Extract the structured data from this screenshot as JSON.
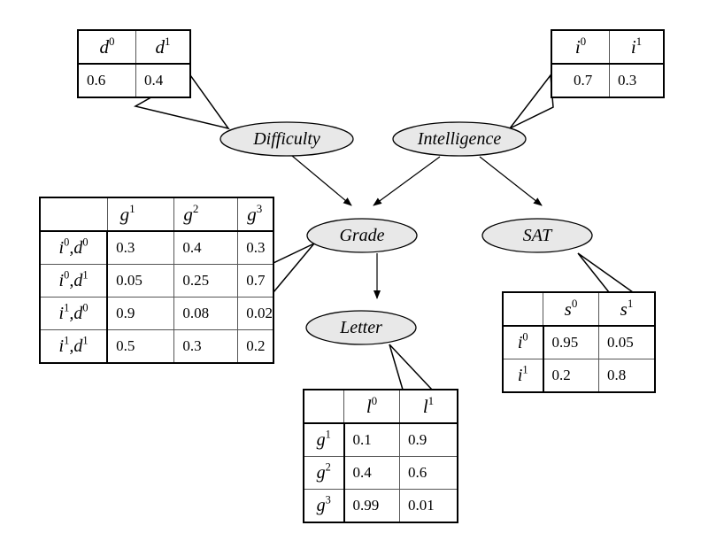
{
  "nodes": {
    "difficulty": "Difficulty",
    "intelligence": "Intelligence",
    "grade": "Grade",
    "sat": "SAT",
    "letter": "Letter"
  },
  "tables": {
    "difficulty": {
      "header": [
        {
          "v": "d",
          "s": "0"
        },
        {
          "v": "d",
          "s": "1"
        }
      ],
      "values": [
        "0.6",
        "0.4"
      ]
    },
    "intelligence": {
      "header": [
        {
          "v": "i",
          "s": "0"
        },
        {
          "v": "i",
          "s": "1"
        }
      ],
      "values": [
        "0.7",
        "0.3"
      ]
    },
    "grade": {
      "header": [
        {
          "v": "g",
          "s": "1"
        },
        {
          "v": "g",
          "s": "2"
        },
        {
          "v": "g",
          "s": "3"
        }
      ],
      "rows": [
        {
          "label": [
            {
              "v": "i",
              "s": "0"
            },
            {
              "v": "d",
              "s": "0"
            }
          ],
          "values": [
            "0.3",
            "0.4",
            "0.3"
          ]
        },
        {
          "label": [
            {
              "v": "i",
              "s": "0"
            },
            {
              "v": "d",
              "s": "1"
            }
          ],
          "values": [
            "0.05",
            "0.25",
            "0.7"
          ]
        },
        {
          "label": [
            {
              "v": "i",
              "s": "1"
            },
            {
              "v": "d",
              "s": "0"
            }
          ],
          "values": [
            "0.9",
            "0.08",
            "0.02"
          ]
        },
        {
          "label": [
            {
              "v": "i",
              "s": "1"
            },
            {
              "v": "d",
              "s": "1"
            }
          ],
          "values": [
            "0.5",
            "0.3",
            "0.2"
          ]
        }
      ]
    },
    "sat": {
      "header": [
        {
          "v": "s",
          "s": "0"
        },
        {
          "v": "s",
          "s": "1"
        }
      ],
      "rows": [
        {
          "label": [
            {
              "v": "i",
              "s": "0"
            }
          ],
          "values": [
            "0.95",
            "0.05"
          ]
        },
        {
          "label": [
            {
              "v": "i",
              "s": "1"
            }
          ],
          "values": [
            "0.2",
            "0.8"
          ]
        }
      ]
    },
    "letter": {
      "header": [
        {
          "v": "l",
          "s": "0"
        },
        {
          "v": "l",
          "s": "1"
        }
      ],
      "rows": [
        {
          "label": [
            {
              "v": "g",
              "s": "1"
            }
          ],
          "values": [
            "0.1",
            "0.9"
          ]
        },
        {
          "label": [
            {
              "v": "g",
              "s": "2"
            }
          ],
          "values": [
            "0.4",
            "0.6"
          ]
        },
        {
          "label": [
            {
              "v": "g",
              "s": "3"
            }
          ],
          "values": [
            "0.99",
            "0.01"
          ]
        }
      ]
    }
  },
  "colors": {
    "node_fill": "#e8e8e8",
    "stroke": "#000000"
  }
}
